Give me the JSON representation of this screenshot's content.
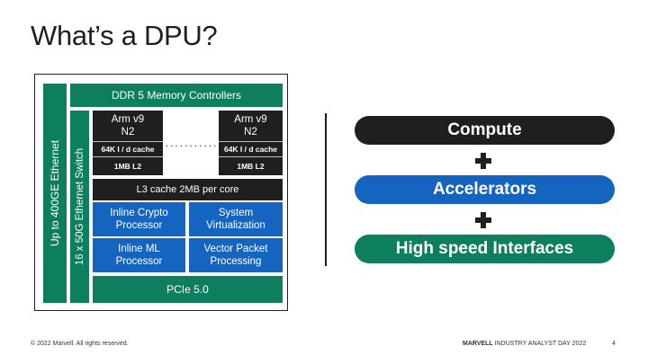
{
  "slide": {
    "title": "What’s a DPU?"
  },
  "diagram": {
    "outer_label": "Up to 400GE Ethernet",
    "switch_label": "16 x 50G Ethernet Switch",
    "memory": "DDR 5 Memory Controllers",
    "cores": [
      {
        "name_line1": "Arm v9",
        "name_line2": "N2",
        "cache": "64K I / d cache",
        "l2": "1MB L2"
      },
      {
        "name_line1": "Arm v9",
        "name_line2": "N2",
        "cache": "64K I / d cache",
        "l2": "1MB L2"
      }
    ],
    "ellipsis": "...........",
    "l3": "L3 cache 2MB per core",
    "accelerators": [
      {
        "line1": "Inline Crypto",
        "line2": "Processor"
      },
      {
        "line1": "System",
        "line2": "Virtualization"
      },
      {
        "line1": "Inline ML",
        "line2": "Processor"
      },
      {
        "line1": "Vector Packet",
        "line2": "Processing"
      }
    ],
    "pcie": "PCIe 5.0",
    "colors": {
      "green": "#0d7f5f",
      "black": "#1f1f1f",
      "blue": "#1565c0"
    }
  },
  "summary": {
    "items": [
      {
        "label": "Compute",
        "color": "#1f1f1f"
      },
      {
        "label": "Accelerators",
        "color": "#1565c0"
      },
      {
        "label": "High speed Interfaces",
        "color": "#0d7f5f"
      }
    ],
    "plus_icon": "plus-icon"
  },
  "footer": {
    "copyright": "© 2022 Marvell. All rights reserved.",
    "brand": "MARVELL",
    "event": "INDUSTRY ANALYST DAY 2022",
    "page_number": "4"
  }
}
